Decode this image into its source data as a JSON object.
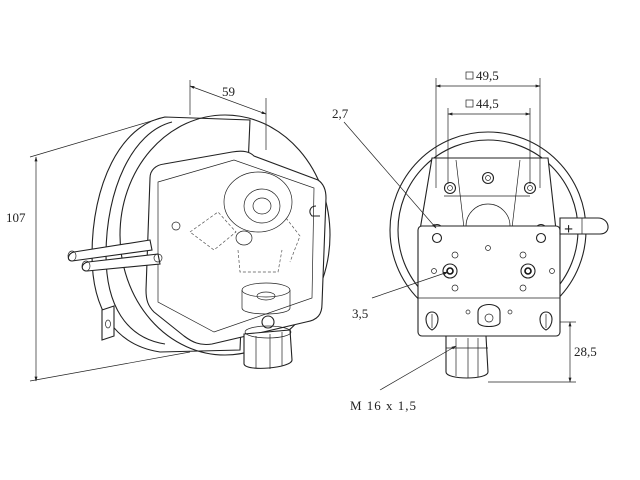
{
  "dimensions": {
    "height_overall": "107",
    "depth": "59",
    "mount_outer": "49,5",
    "mount_inner": "44,5",
    "screw_hole": "2,7",
    "bracket_hole": "3,5",
    "bracket_offset": "28,5",
    "thread": "M 16 x 1,5"
  },
  "markings": {
    "plus_port": "+"
  }
}
